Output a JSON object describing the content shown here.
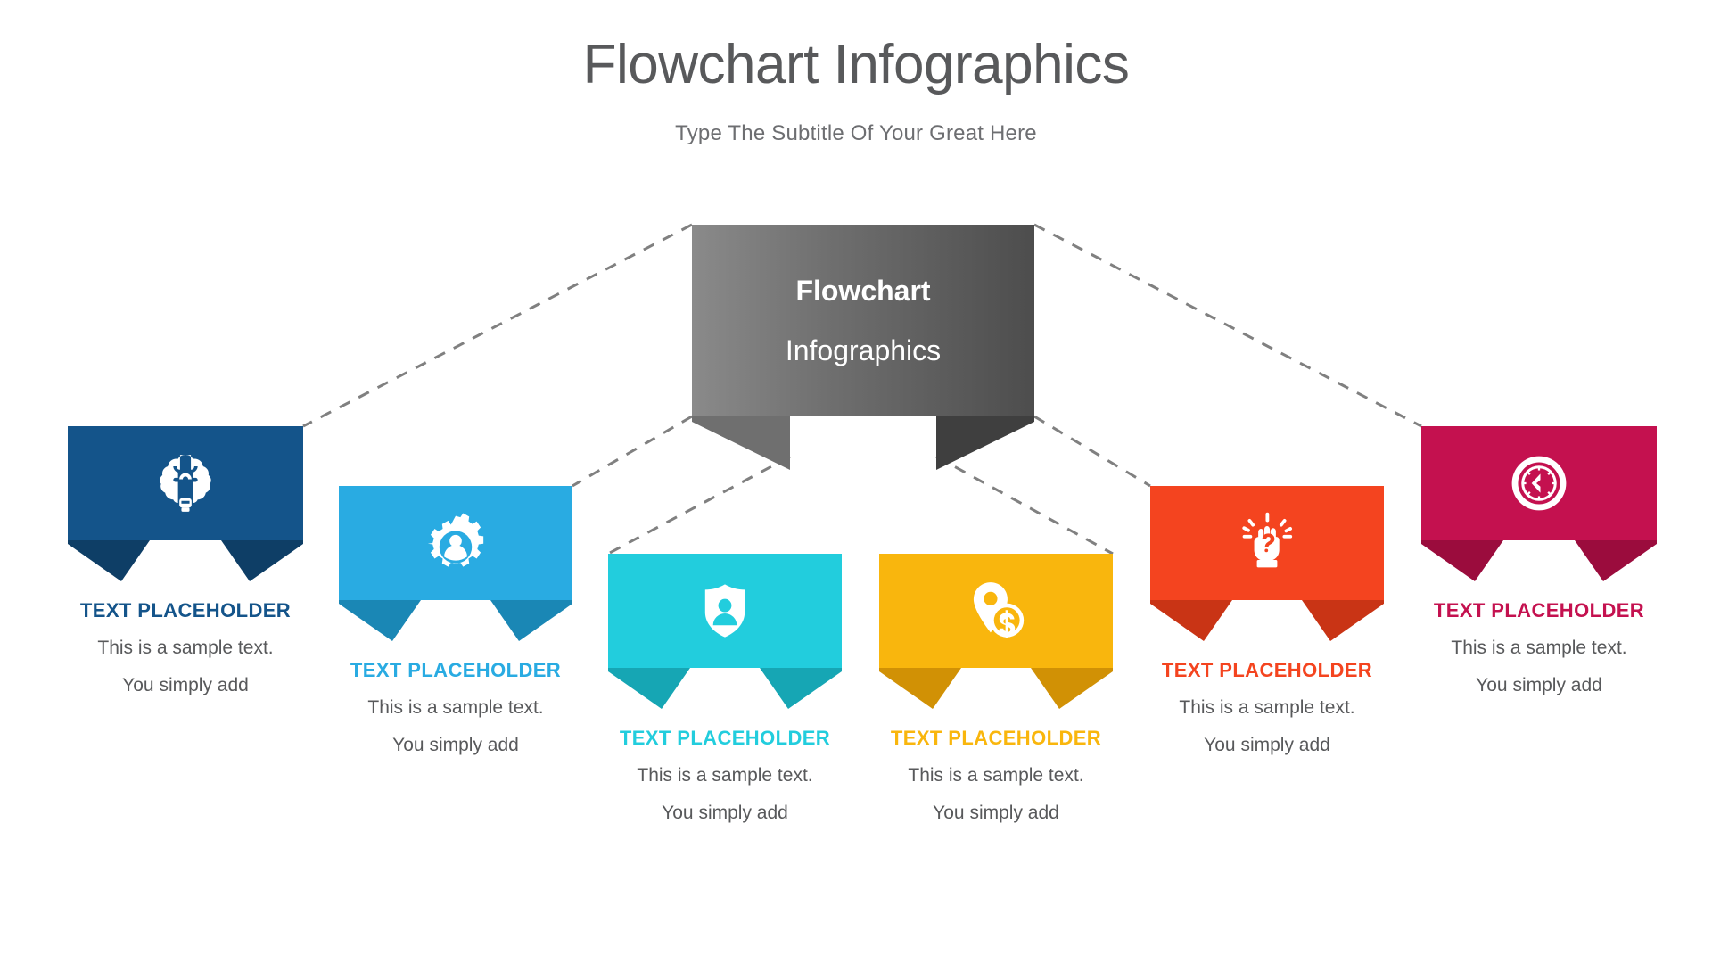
{
  "header": {
    "title": "Flowchart Infographics",
    "subtitle": "Type The Subtitle Of Your Great Here",
    "title_color": "#58595b",
    "subtitle_color": "#6d6e71"
  },
  "hub": {
    "line1": "Flowchart",
    "line2": "Infographics",
    "gradient_from": "#8a8a8a",
    "gradient_to": "#4d4d4d",
    "text_color": "#ffffff"
  },
  "connector": {
    "color": "#808080",
    "style": "dashed",
    "width": 3
  },
  "cards": [
    {
      "id": "brain",
      "icon": "brain-bulb-icon",
      "color": "#14548a",
      "shadow": "#0e3e66",
      "label": "TEXT PLACEHOLDER",
      "line1": "This is a sample text.",
      "line2": "You simply add"
    },
    {
      "id": "gear-user",
      "icon": "gear-user-icon",
      "color": "#29abe2",
      "shadow": "#1a87b5",
      "label": "TEXT PLACEHOLDER",
      "line1": "This is a sample text.",
      "line2": "You simply add"
    },
    {
      "id": "shield-user",
      "icon": "shield-user-icon",
      "color": "#22cddd",
      "shadow": "#16a6b4",
      "label": "TEXT PLACEHOLDER",
      "line1": "This is a sample text.",
      "line2": "You simply add"
    },
    {
      "id": "pin-money",
      "icon": "pin-dollar-icon",
      "color": "#f9b60d",
      "shadow": "#d19105",
      "label": "TEXT PLACEHOLDER",
      "line1": "This is a sample text.",
      "line2": "You simply add"
    },
    {
      "id": "idea-hand",
      "icon": "hand-idea-icon",
      "color": "#f4441f",
      "shadow": "#c93415",
      "label": "TEXT PLACEHOLDER",
      "line1": "This is a sample text.",
      "line2": "You simply add"
    },
    {
      "id": "clock",
      "icon": "clock-icon",
      "color": "#c4114f",
      "shadow": "#9b0c3d",
      "label": "TEXT PLACEHOLDER",
      "line1": "This is a sample text.",
      "line2": "You simply add"
    }
  ],
  "chart_data": {
    "type": "diagram",
    "title": "Flowchart Infographics",
    "subtitle": "Type The Subtitle Of Your Great Here",
    "root": "Flowchart Infographics",
    "node_count": 6,
    "nodes": [
      {
        "index": 1,
        "label": "TEXT PLACEHOLDER",
        "icon": "brain-bulb-icon",
        "color": "#14548a"
      },
      {
        "index": 2,
        "label": "TEXT PLACEHOLDER",
        "icon": "gear-user-icon",
        "color": "#29abe2"
      },
      {
        "index": 3,
        "label": "TEXT PLACEHOLDER",
        "icon": "shield-user-icon",
        "color": "#22cddd"
      },
      {
        "index": 4,
        "label": "TEXT PLACEHOLDER",
        "icon": "pin-dollar-icon",
        "color": "#f9b60d"
      },
      {
        "index": 5,
        "label": "TEXT PLACEHOLDER",
        "icon": "hand-idea-icon",
        "color": "#f4441f"
      },
      {
        "index": 6,
        "label": "TEXT PLACEHOLDER",
        "icon": "clock-icon",
        "color": "#c4114f"
      }
    ],
    "edges": [
      {
        "from": "root",
        "to": 1
      },
      {
        "from": "root",
        "to": 2
      },
      {
        "from": "root",
        "to": 3
      },
      {
        "from": "root",
        "to": 4
      },
      {
        "from": "root",
        "to": 5
      },
      {
        "from": "root",
        "to": 6
      }
    ],
    "layout": "symmetric fan, 3 left / 3 right, staggered vertically"
  }
}
